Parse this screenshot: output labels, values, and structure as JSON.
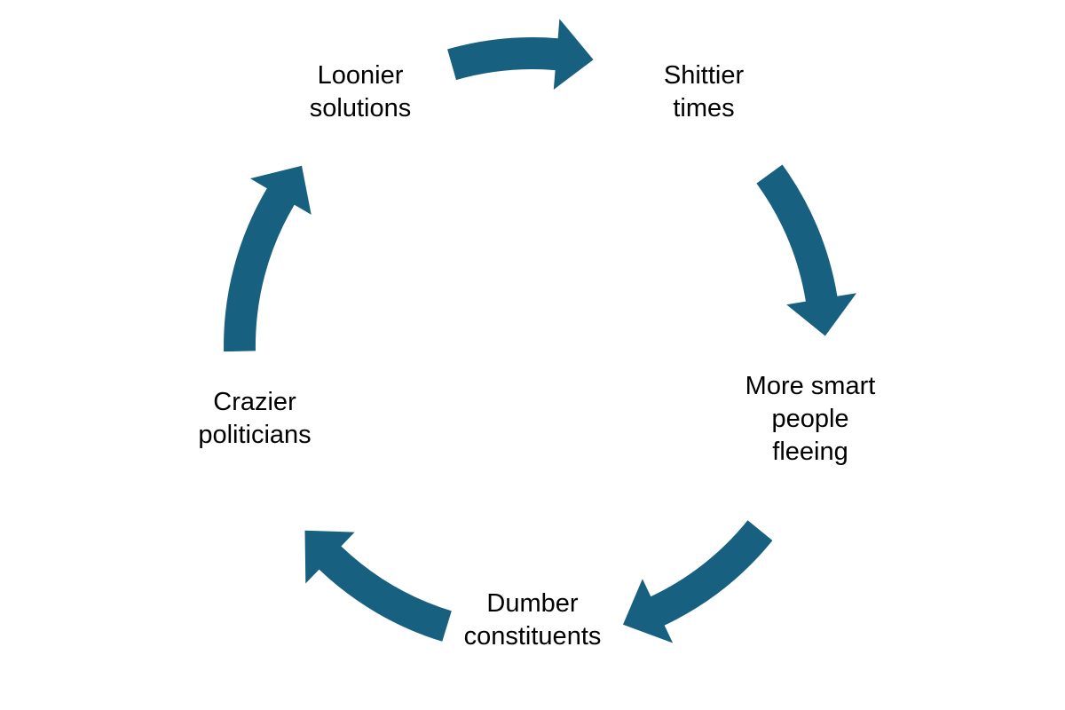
{
  "diagram": {
    "type": "cycle",
    "arrow_color": "#17607f",
    "text_color": "#000000",
    "background": "#ffffff",
    "direction": "clockwise",
    "stages": [
      {
        "line1": "Loonier",
        "line2": "solutions"
      },
      {
        "line1": "Shittier",
        "line2": "times"
      },
      {
        "line1": "More smart",
        "line2": "people",
        "line3": "fleeing"
      },
      {
        "line1": "Dumber",
        "line2": "constituents"
      },
      {
        "line1": "Crazier",
        "line2": "politicians"
      }
    ]
  }
}
